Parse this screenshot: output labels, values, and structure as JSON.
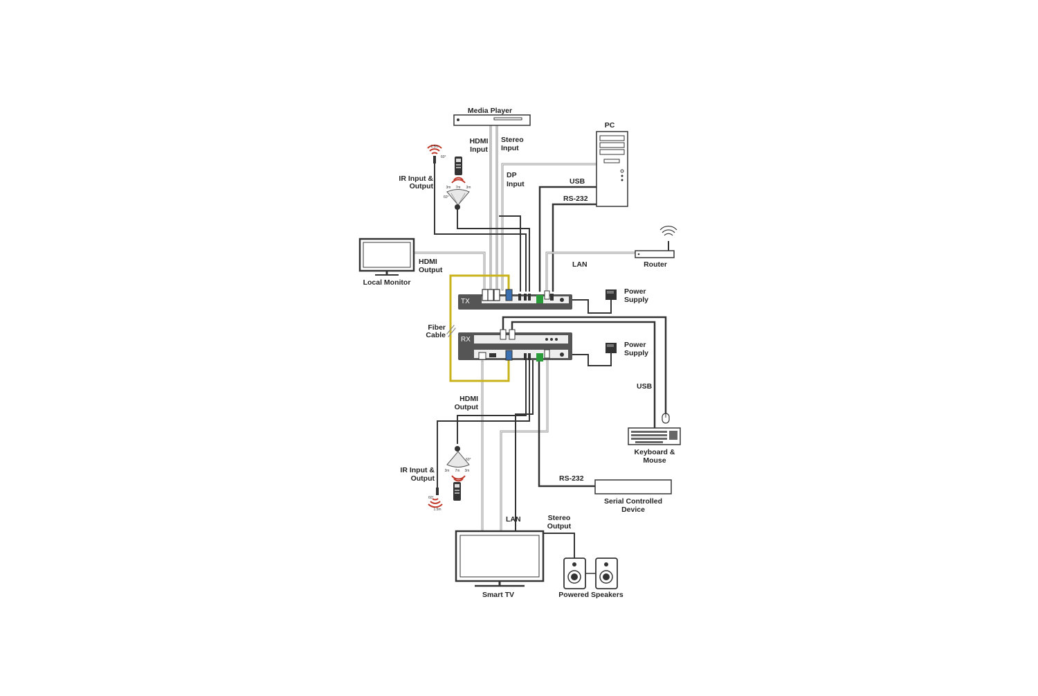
{
  "diagram": {
    "devices": {
      "media_player": "Media Player",
      "pc": "PC",
      "router": "Router",
      "local_monitor": "Local Monitor",
      "tx": "TX",
      "rx": "RX",
      "smart_tv": "Smart TV",
      "powered_speakers": "Powered Speakers",
      "serial_device_1": "Serial Controlled",
      "serial_device_2": "Device",
      "keyboard_mouse_1": "Keyboard &",
      "keyboard_mouse_2": "Mouse"
    },
    "connections": {
      "hdmi_input_1": "HDMI",
      "hdmi_input_2": "Input",
      "stereo_input_1": "Stereo",
      "stereo_input_2": "Input",
      "dp_input_1": "DP",
      "dp_input_2": "Input",
      "usb_top": "USB",
      "rs232_top": "RS-232",
      "lan_top": "LAN",
      "ir_top_1": "IR Input &",
      "ir_top_2": "Output",
      "hdmi_output_top_1": "HDMI",
      "hdmi_output_top_2": "Output",
      "power_tx_1": "Power",
      "power_tx_2": "Supply",
      "fiber_1": "Fiber",
      "fiber_2": "Cable",
      "power_rx_1": "Power",
      "power_rx_2": "Supply",
      "usb_bottom": "USB",
      "hdmi_output_bottom_1": "HDMI",
      "hdmi_output_bottom_2": "Output",
      "ir_bottom_1": "IR Input &",
      "ir_bottom_2": "Output",
      "rs232_bottom": "RS-232",
      "lan_bottom": "LAN",
      "stereo_output_1": "Stereo",
      "stereo_output_2": "Output"
    },
    "ir_ranges": {
      "emitter_distance": "1.5m",
      "emitter_angle": "60°",
      "receiver_angle": "60°",
      "range_left": "3m",
      "range_center": "7m",
      "range_right": "3m"
    },
    "colors": {
      "fiber": "#c9b21a",
      "cable": "#333333",
      "gray_cable": "#999999",
      "panel": "#555555",
      "usb_port": "#3a6fb0",
      "terminal_green": "#2a9d3a",
      "ir_red": "#c0392b"
    }
  }
}
